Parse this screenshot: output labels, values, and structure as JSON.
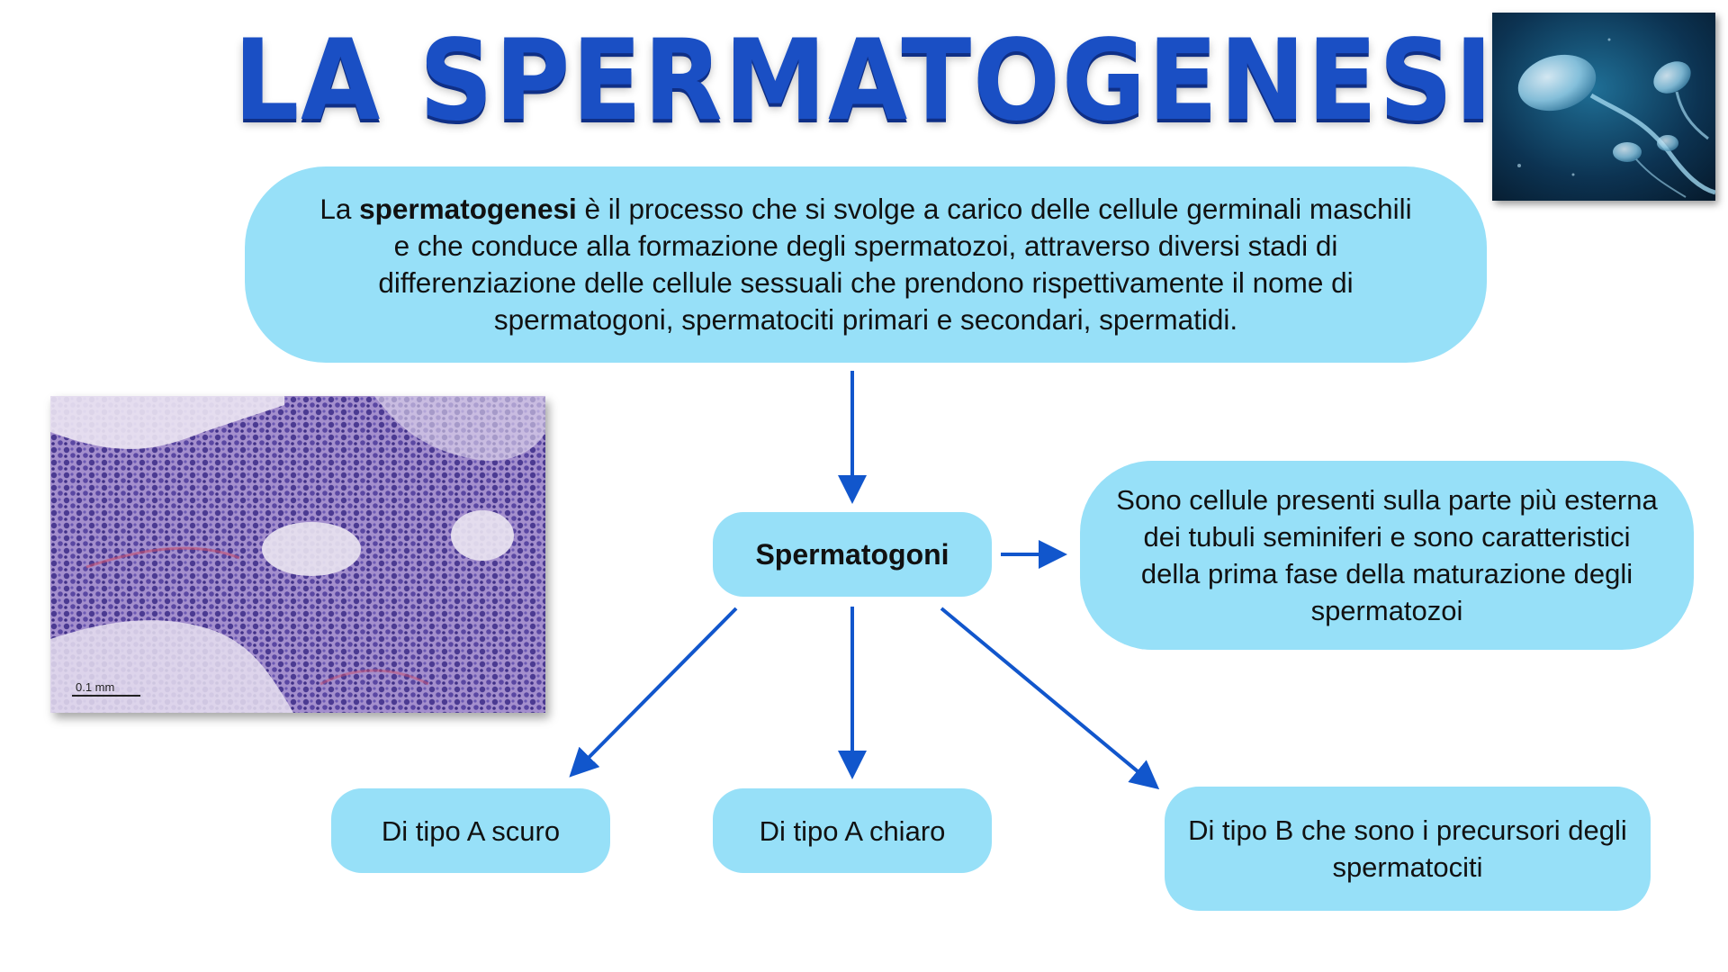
{
  "title": "LA SPERMATOGENESI",
  "intro": {
    "prefix": "La ",
    "term": "spermatogenesi",
    "text": "  è il processo che si svolge a carico delle cellule germinali maschili e che conduce alla formazione degli spermatozoi, attraverso diversi stadi di differenziazione delle cellule sessuali che prendono rispettivamente il nome di spermatogoni, spermatociti primari e secondari, spermatidi."
  },
  "central_node": "Spermatogoni",
  "description": "Sono cellule presenti sulla parte più esterna dei tubuli seminiferi e sono caratteristici della prima fase della maturazione degli spermatozoi",
  "types": [
    "Di tipo A scuro",
    "Di tipo A chiaro",
    "Di tipo B che sono i precursori degli spermatociti"
  ],
  "micrograph": {
    "scale_label": "0.1 mm"
  },
  "colors": {
    "title": "#1a4fc4",
    "bubble": "#97e0f8",
    "arrow": "#1156cc"
  }
}
